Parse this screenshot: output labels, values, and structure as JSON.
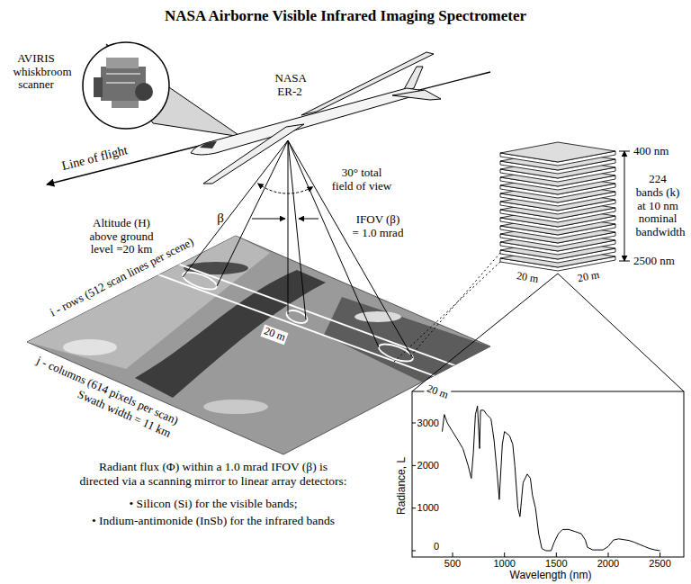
{
  "diagram": {
    "title": "NASA Airborne Visible Infrared Imaging Spectrometer",
    "labels": [
      "AVIRIS whiskbroom scanner",
      "NASA ER-2",
      "Line of flight",
      "30° total field of view",
      "Altitude (H) above ground level =20 km",
      "β",
      "IFOV (β) = 1.0 mrad",
      "i - rows (512 scan lines per scene)",
      "j - columns (614 pixels per scan)",
      "Swath width = 11 km",
      "20 m",
      "20 m",
      "20 m",
      "20 m",
      "400 nm",
      "224 bands (k) at 10 nm nominal bandwidth",
      "2500 nm",
      "Radiant flux (Φ) within a 1.0 mrad IFOV (β) is directed via a scanning mirror to linear array detectors:",
      "• Silicon (Si) for the visible bands;",
      "• Indium-antimonide (InSb) for the infrared bands",
      "3000",
      "2000",
      "1000",
      "0",
      "500",
      "1000",
      "1500",
      "2000",
      "2500",
      "Radiance, L",
      "Wavelength (nm)"
    ]
  }
}
